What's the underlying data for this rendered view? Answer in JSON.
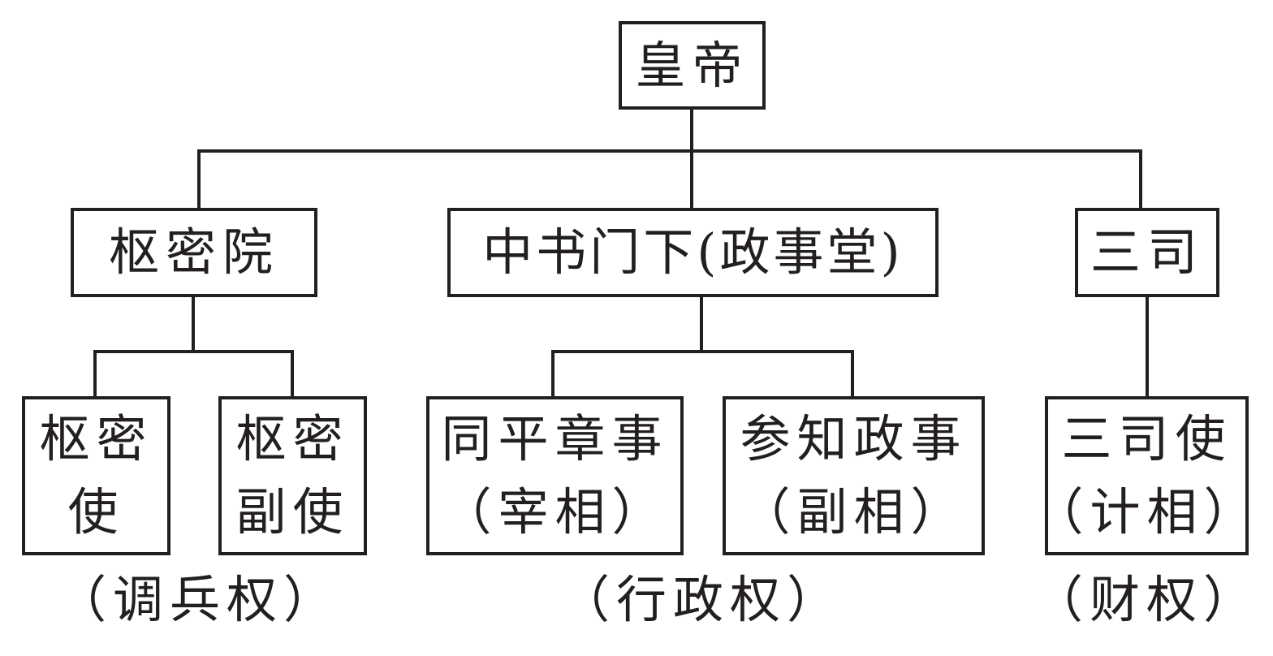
{
  "root": {
    "label": "皇帝"
  },
  "branches": {
    "military": {
      "label": "枢密院",
      "children": [
        {
          "lines": [
            "枢密",
            "使"
          ]
        },
        {
          "lines": [
            "枢密",
            "副使"
          ]
        }
      ],
      "power": "（调兵权）"
    },
    "administration": {
      "label": "中书门下(政事堂)",
      "children": [
        {
          "lines": [
            "同平章事",
            "（宰相）"
          ]
        },
        {
          "lines": [
            "参知政事",
            "（副相）"
          ]
        }
      ],
      "power": "（行政权）"
    },
    "finance": {
      "label": "三司",
      "children": [
        {
          "lines": [
            "三司使",
            "（计相）"
          ]
        }
      ],
      "power": "（财权）"
    }
  }
}
